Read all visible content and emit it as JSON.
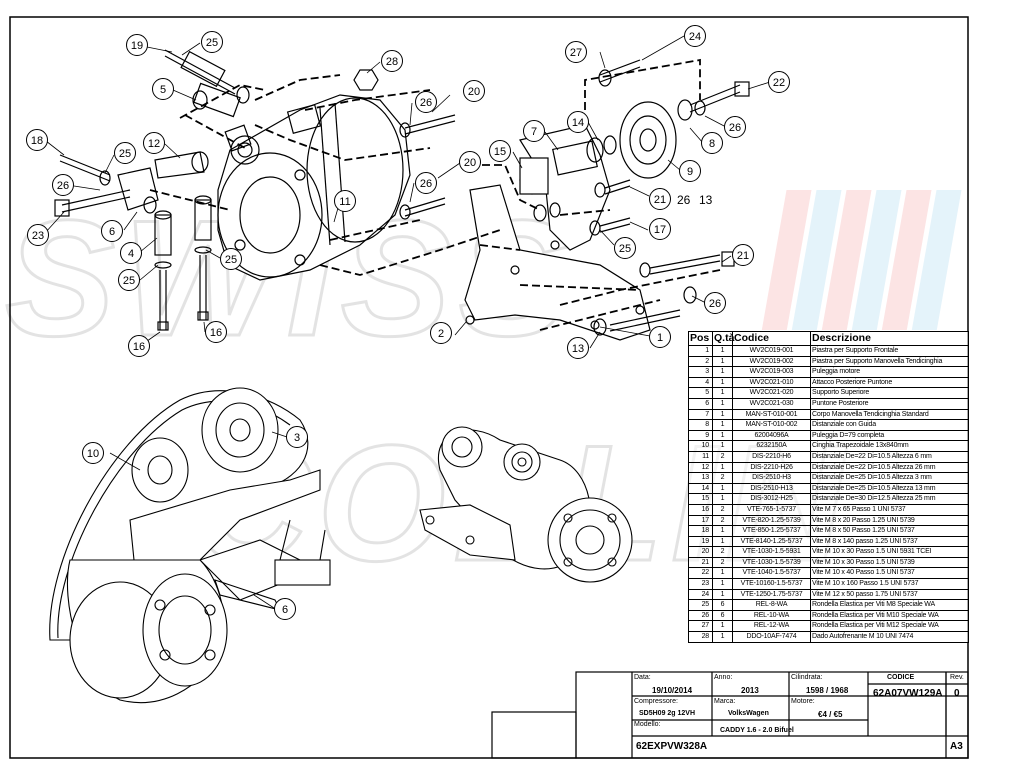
{
  "balloons": [
    {
      "id": "b1",
      "label": "1"
    },
    {
      "id": "b2",
      "label": "2"
    },
    {
      "id": "b3",
      "label": "3"
    },
    {
      "id": "b4",
      "label": "4"
    },
    {
      "id": "b5",
      "label": "5"
    },
    {
      "id": "b6a",
      "label": "6"
    },
    {
      "id": "b6b",
      "label": "6"
    },
    {
      "id": "b7",
      "label": "7"
    },
    {
      "id": "b8",
      "label": "8"
    },
    {
      "id": "b9",
      "label": "9"
    },
    {
      "id": "b10",
      "label": "10"
    },
    {
      "id": "b11",
      "label": "11"
    },
    {
      "id": "b12",
      "label": "12"
    },
    {
      "id": "b13a",
      "label": "13"
    },
    {
      "id": "b13b",
      "label": "13"
    },
    {
      "id": "b14",
      "label": "14"
    },
    {
      "id": "b15",
      "label": "15"
    },
    {
      "id": "b16a",
      "label": "16"
    },
    {
      "id": "b16b",
      "label": "16"
    },
    {
      "id": "b17",
      "label": "17"
    },
    {
      "id": "b18",
      "label": "18"
    },
    {
      "id": "b19",
      "label": "19"
    },
    {
      "id": "b20a",
      "label": "20"
    },
    {
      "id": "b20b",
      "label": "20"
    },
    {
      "id": "b21a",
      "label": "21"
    },
    {
      "id": "b21b",
      "label": "21"
    },
    {
      "id": "b22",
      "label": "22"
    },
    {
      "id": "b23",
      "label": "23"
    },
    {
      "id": "b24",
      "label": "24"
    },
    {
      "id": "b25a",
      "label": "25"
    },
    {
      "id": "b25b",
      "label": "25"
    },
    {
      "id": "b25c",
      "label": "25"
    },
    {
      "id": "b25d",
      "label": "25"
    },
    {
      "id": "b25e",
      "label": "25"
    },
    {
      "id": "b26a",
      "label": "26"
    },
    {
      "id": "b26b",
      "label": "26"
    },
    {
      "id": "b26c",
      "label": "26"
    },
    {
      "id": "b26d",
      "label": "26"
    },
    {
      "id": "b26e",
      "label": "26"
    },
    {
      "id": "b27",
      "label": "27"
    },
    {
      "id": "b28",
      "label": "28"
    }
  ],
  "extra_labels": {
    "t26": "26",
    "t13": "13"
  },
  "parts_table": {
    "headers": [
      "Pos",
      "Q.tà",
      "Codice",
      "Descrizione"
    ],
    "rows": [
      [
        "1",
        "1",
        "WV2C019-001",
        "Piastra per Supporto Frontale"
      ],
      [
        "2",
        "1",
        "WV2C019-002",
        "Piastra per Supporto Manovella Tendicinghia"
      ],
      [
        "3",
        "1",
        "WV2C019-003",
        "Puleggia motore"
      ],
      [
        "4",
        "1",
        "WV2C021-010",
        "Attacco Posteriore Puntone"
      ],
      [
        "5",
        "1",
        "WV2C021-020",
        "Supporto Superiore"
      ],
      [
        "6",
        "1",
        "WV2C021-030",
        "Puntone Posteriore"
      ],
      [
        "7",
        "1",
        "MAN-ST-010-001",
        "Corpo Manovella Tendicinghia Standard"
      ],
      [
        "8",
        "1",
        "MAN-ST-010-002",
        "Distanziale con Guida"
      ],
      [
        "9",
        "1",
        "62004096A",
        "Puleggia D=79 completa"
      ],
      [
        "10",
        "1",
        "6232150A",
        "Cinghia Trapezoidale 13x840mm"
      ],
      [
        "11",
        "2",
        "DIS-2210-H6",
        "Distanziale De=22 Di=10.5 Altezza 6 mm"
      ],
      [
        "12",
        "1",
        "DIS-2210-H26",
        "Distanziale De=22 Di=10.5 Altezza 26 mm"
      ],
      [
        "13",
        "2",
        "DIS-2510-H3",
        "Distanziale De=25 Di=10.5 Altezza 3 mm"
      ],
      [
        "14",
        "1",
        "DIS-2510-H13",
        "Distanziale De=25 Di=10.5 Altezza 13 mm"
      ],
      [
        "15",
        "1",
        "DIS-3012-H25",
        "Distanziale De=30 Di=12.5 Altezza 25 mm"
      ],
      [
        "16",
        "2",
        "VTE-765-1-5737",
        "Vite M 7 x 65 Passo 1 UNI 5737"
      ],
      [
        "17",
        "2",
        "VTE-820-1.25-5739",
        "Vite M 8 x 20 Passo 1.25 UNI 5739"
      ],
      [
        "18",
        "1",
        "VTE-850-1.25-5737",
        "Vite M 8 x 50 Passo 1.25 UNI 5737"
      ],
      [
        "19",
        "1",
        "VTE-8140-1.25-5737",
        "Vite M 8 x 140 passo 1.25 UNI 5737"
      ],
      [
        "20",
        "2",
        "VTE-1030-1.5-5931",
        "Vite M 10 x 30 Passo 1.5 UNI 5931 TCEI"
      ],
      [
        "21",
        "2",
        "VTE-1030-1.5-5739",
        "Vite M 10 x 30 Passo 1.5 UNI 5739"
      ],
      [
        "22",
        "1",
        "VTE-1040-1.5-5737",
        "Vite M 10 x 40 Passo 1.5 UNI 5737"
      ],
      [
        "23",
        "1",
        "VTE-10160-1.5-5737",
        "Vite M 10 x 160 Passo 1.5 UNI 5737"
      ],
      [
        "24",
        "1",
        "VTE-1250-1.75-5737",
        "Vite M 12 x 50 passo 1.75 UNI 5737"
      ],
      [
        "25",
        "6",
        "REL-8-WA",
        "Rondella Elastica per Viti M8 Speciale WA"
      ],
      [
        "26",
        "6",
        "REL-10-WA",
        "Rondella Elastica per Viti M10 Speciale WA"
      ],
      [
        "27",
        "1",
        "REL-12-WA",
        "Rondella Elastica per Viti M12 Speciale WA"
      ],
      [
        "28",
        "1",
        "DDO-10AF-7474",
        "Dado Autofrenante M 10 UNI 7474"
      ]
    ]
  },
  "title_block": {
    "data_label": "Data:",
    "data_value": "19/10/2014",
    "anno_label": "Anno:",
    "anno_value": "2013",
    "cilindrata_label": "Cilindrata:",
    "cilindrata_value": "1598 / 1968",
    "codice_label": "CODICE",
    "codice_value": "62A07VW129A",
    "rev_label": "Rev.",
    "rev_value": "0",
    "compressore_label": "Compressore:",
    "compressore_value": "SD5H09 2g 12VH",
    "marca_label": "Marca:",
    "marca_value": "VolksWagen",
    "motore_label": "Motore:",
    "motore_value": "€4 / €5",
    "modello_label": "Modello:",
    "modello_value": "CADDY 1.6 - 2.0 Bifuel",
    "drawing_number": "62EXPVW328A",
    "sheet_size": "A3"
  }
}
